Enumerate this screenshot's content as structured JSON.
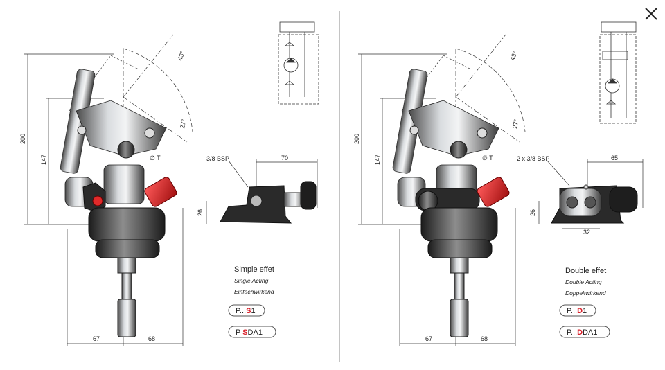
{
  "viewer": {
    "close_icon": "close-icon"
  },
  "colors": {
    "accent_red": "#e02a2a",
    "steel": "#9aa0a6",
    "dark": "#2a2a2a",
    "line": "#333333"
  },
  "left_panel": {
    "dims": {
      "height_total": "200",
      "height_body": "147",
      "angle_top": "43°",
      "angle_side": "27°",
      "port_t": "∅ T",
      "width_left": "67",
      "width_right": "68",
      "port_bsp": "3/8 BSP",
      "side_width": "70",
      "side_height": "26"
    },
    "labels": {
      "fr": "Simple effet",
      "en": "Single Acting",
      "de": "Einfachwirkend"
    },
    "codes": [
      {
        "prefix": "P...",
        "highlight": "S",
        "suffix": "1"
      },
      {
        "prefix": "P ",
        "highlight": "S",
        "suffix": "DA1"
      }
    ]
  },
  "right_panel": {
    "dims": {
      "height_total": "200",
      "height_body": "147",
      "angle_top": "43°",
      "angle_side": "27°",
      "port_t": "∅ T",
      "width_left": "67",
      "width_right": "68",
      "port_bsp": "2 x 3/8 BSP",
      "side_width": "65",
      "side_height": "26",
      "port_spacing": "32"
    },
    "labels": {
      "fr": "Double effet",
      "en": "Double Acting",
      "de": "Doppeltwirkend"
    },
    "codes": [
      {
        "prefix": "P...",
        "highlight": "D",
        "suffix": "1"
      },
      {
        "prefix": "P...",
        "highlight": "D",
        "suffix": "DA1"
      }
    ]
  }
}
